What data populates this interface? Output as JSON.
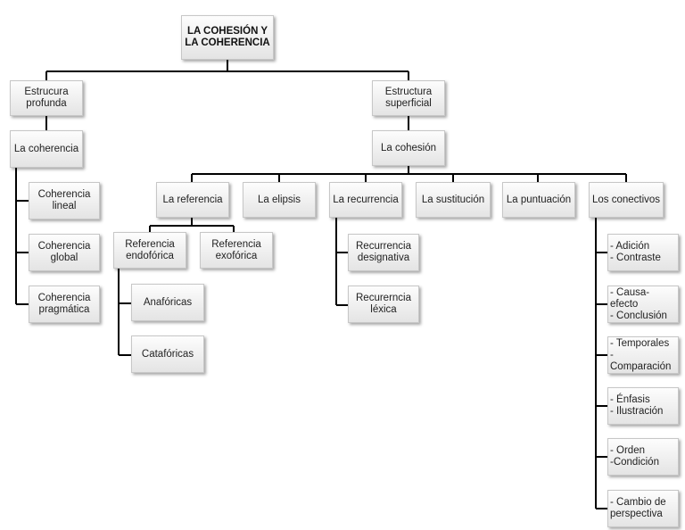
{
  "diagram": {
    "root": "LA COHESIÓN Y\nLA COHERENCIA",
    "deep": {
      "title": "Estrucura\nprofunda",
      "coherencia": "La coherencia",
      "types": [
        "Coherencia\nlineal",
        "Coherencia\nglobal",
        "Coherencia\npragmática"
      ]
    },
    "surface": {
      "title": "Estructura\nsuperficial",
      "cohesion": "La cohesión",
      "mechanisms": {
        "referencia": "La referencia",
        "elipsis": "La elipsis",
        "recurrencia": "La recurrencia",
        "sustitucion": "La sustitución",
        "puntuacion": "La puntuación",
        "conectivos": "Los conectivos"
      },
      "referencia_types": {
        "endoforica": "Referencia\nendofórica",
        "exoforica": "Referencia\nexofórica",
        "anaforicas": "Anafóricas",
        "cataforicas": "Catafóricas"
      },
      "recurrencia_types": [
        "Recurrencia\ndesignativa",
        "Recurerncia\nléxica"
      ],
      "conectivos_types": [
        "- Adición\n- Contraste",
        "- Causa-efecto\n- Conclusión",
        "- Temporales\n- Comparación",
        "- Énfasis\n- Ilustración",
        "- Orden\n-Condición",
        "- Cambio de\nperspectiva"
      ]
    }
  }
}
